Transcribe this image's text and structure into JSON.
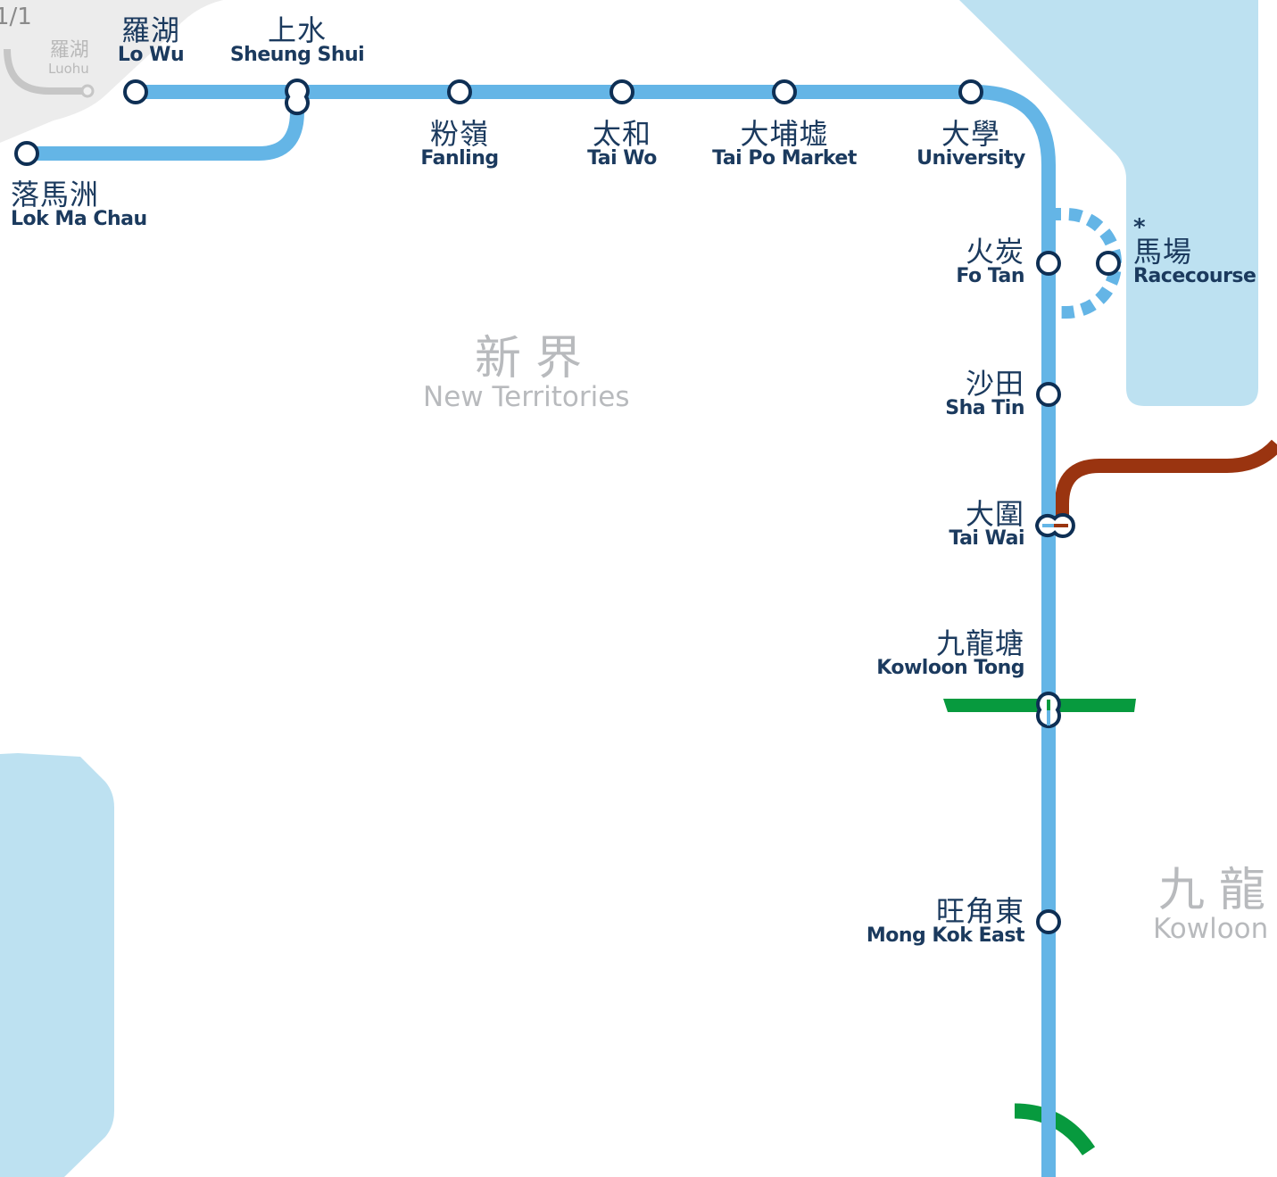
{
  "page_indicator": "1/1",
  "colors": {
    "east_rail_line": "#64b5e6",
    "tuen_ma_line": "#9a3410",
    "kwun_tong_line": "#079a3e",
    "station_outline": "#0e2f54",
    "water": "#bde1f1",
    "mainland_area": "#ececec",
    "label_text": "#1b3a5e",
    "district_text": "#b8babd"
  },
  "districts": {
    "new_territories": {
      "zh": "新界",
      "en": "New Territories"
    },
    "kowloon": {
      "zh": "九龍",
      "en": "Kowloon"
    }
  },
  "faded_station": {
    "zh": "羅湖",
    "en": "Luohu"
  },
  "stations": {
    "lo_wu": {
      "zh": "羅湖",
      "en": "Lo Wu"
    },
    "sheung_shui": {
      "zh": "上水",
      "en": "Sheung Shui"
    },
    "lok_ma_chau": {
      "zh": "落馬洲",
      "en": "Lok Ma Chau"
    },
    "fanling": {
      "zh": "粉嶺",
      "en": "Fanling"
    },
    "tai_wo": {
      "zh": "太和",
      "en": "Tai Wo"
    },
    "tai_po_market": {
      "zh": "大埔墟",
      "en": "Tai Po Market"
    },
    "university": {
      "zh": "大學",
      "en": "University"
    },
    "fo_tan": {
      "zh": "火炭",
      "en": "Fo Tan"
    },
    "racecourse": {
      "zh": "馬場",
      "en": "Racecourse",
      "note": "*"
    },
    "sha_tin": {
      "zh": "沙田",
      "en": "Sha Tin"
    },
    "tai_wai": {
      "zh": "大圍",
      "en": "Tai Wai"
    },
    "kowloon_tong": {
      "zh": "九龍塘",
      "en": "Kowloon Tong"
    },
    "mong_kok_east": {
      "zh": "旺角東",
      "en": "Mong Kok East"
    }
  }
}
